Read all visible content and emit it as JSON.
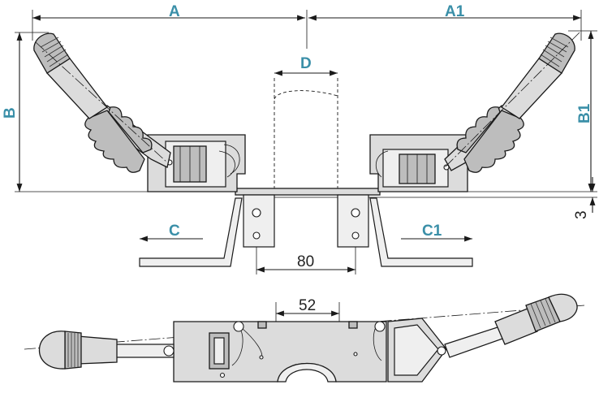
{
  "colors": {
    "dimension_label": "#3a8fa8",
    "part_fill": "#dcdcdc",
    "part_dark": "#bdbdbd",
    "line": "#1a1a1a"
  },
  "dimensions": {
    "a": "A",
    "a1": "A1",
    "b": "B",
    "b1": "B1",
    "c": "C",
    "c1": "C1",
    "d": "D",
    "three": "3",
    "eighty": "80",
    "fiftytwo": "52"
  }
}
